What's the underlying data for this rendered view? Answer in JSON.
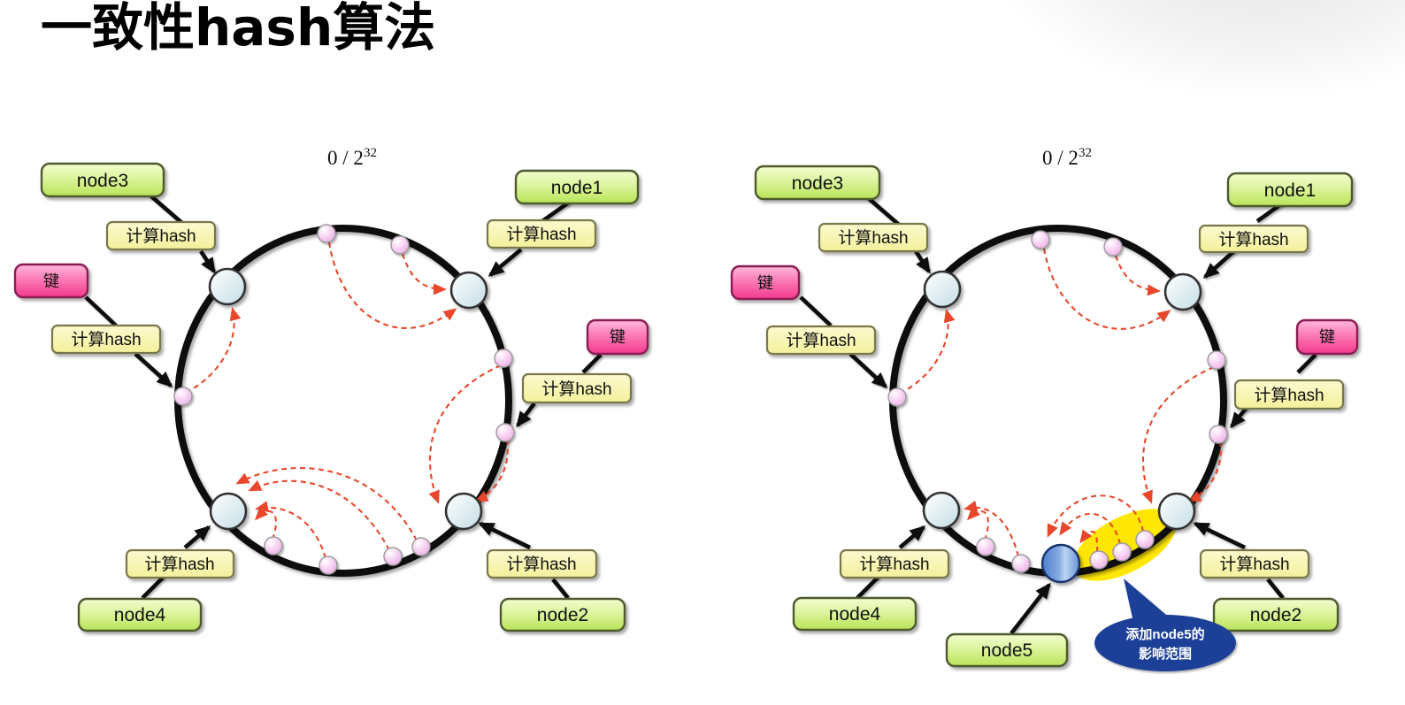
{
  "title": "一致性hash算法",
  "ring_scale": {
    "base": "0 / 2",
    "exponent": "32"
  },
  "labels": {
    "node1": "node1",
    "node2": "node2",
    "node3": "node3",
    "node4": "node4",
    "node5": "node5",
    "key": "键",
    "calc_hash": "计算hash"
  },
  "annotation": {
    "line1": "添加node5的",
    "line2": "影响范围"
  },
  "colors": {
    "node_box_green": "#b9e356",
    "hash_box_yellow": "#f3f09b",
    "key_box_pink": "#f23a8e",
    "ring_black": "#0b0b0b",
    "arrow_red": "#e8472b",
    "server_node_fill": "#c3dde5",
    "node5_fill": "#4d7ecf",
    "key_dot_pink": "#eaa6e3",
    "highlight_yellow": "#ffe604",
    "bubble_navy": "#1c3f97"
  }
}
